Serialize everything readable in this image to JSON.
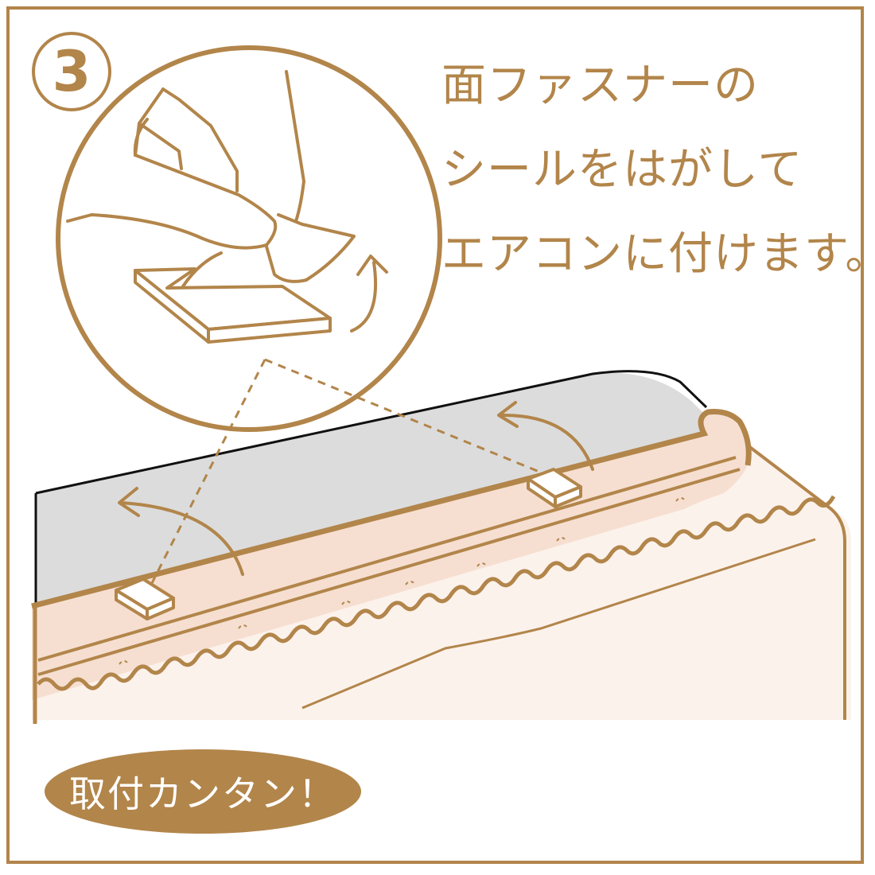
{
  "step": {
    "number": "3"
  },
  "instructions": {
    "lines": [
      "面ファスナーの",
      "シールをはがして",
      "エアコンに付けます。"
    ]
  },
  "badge": {
    "label": "取付カンタン！"
  },
  "colors": {
    "accent": "#b2854a",
    "cover_fill": "#f6dfd1",
    "body_fill": "#fcf2ec",
    "top_panel": "#dcdcdc"
  },
  "icons": {
    "pad": "velcro-pad-icon",
    "arrow": "curved-arrow-icon",
    "hand": "hand-peeling-icon"
  }
}
